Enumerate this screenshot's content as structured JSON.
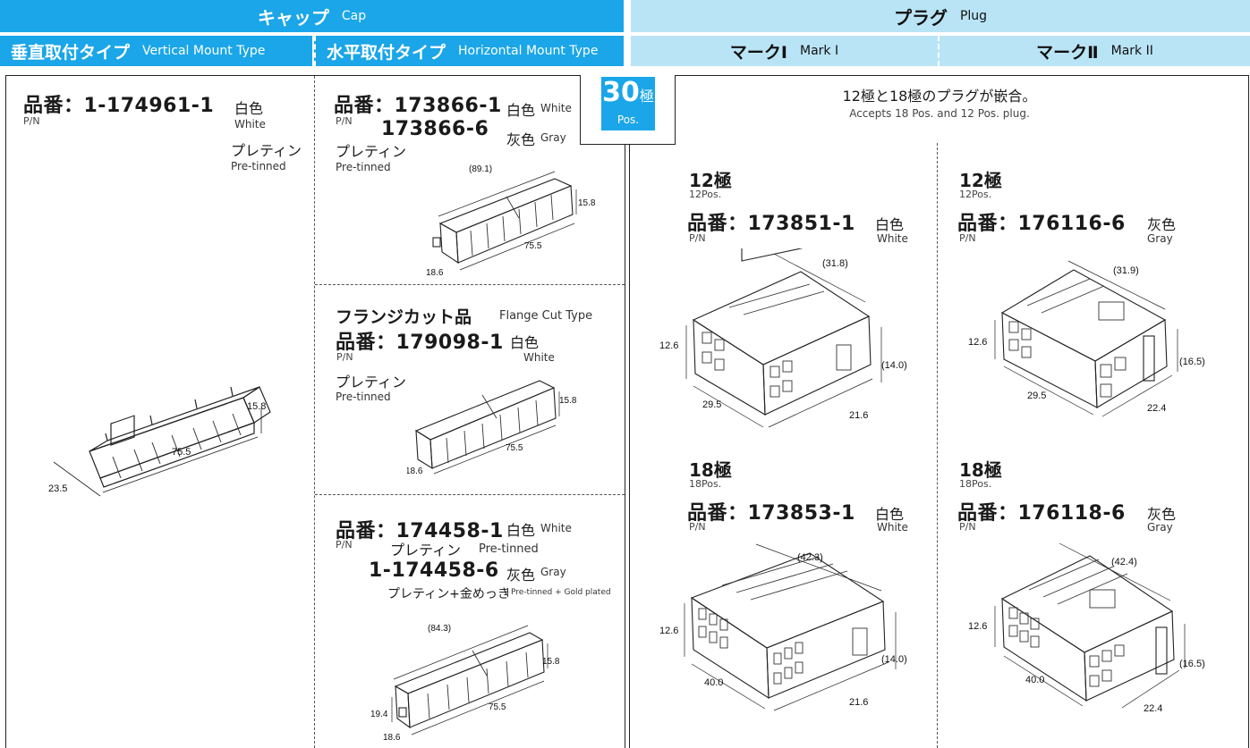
{
  "header": {
    "cap_jp": "キャップ",
    "cap_en": "Cap",
    "vertical_jp": "垂直取付タイプ",
    "vertical_en": "Vertical Mount Type",
    "horizontal_jp": "水平取付タイプ",
    "horizontal_en": "Horizontal Mount Type",
    "plug_jp": "プラグ",
    "plug_en": "Plug",
    "mark1_jp": "マークⅠ",
    "mark1_en": "Mark I",
    "mark2_jp": "マークⅡ",
    "mark2_en": "Mark II"
  },
  "badge": {
    "num": "30",
    "kanji": "極",
    "en": "Pos."
  },
  "vertical": {
    "pn_label": "品番：1-174961-1",
    "pn_en": "P/N",
    "color_jp": "白色",
    "color_en": "White",
    "finish_jp": "プレティン",
    "finish_en": "Pre-tinned",
    "dims": [
      "15.8",
      "75.5",
      "23.5"
    ]
  },
  "horizontal1": {
    "pn_label": "品番：173866-1",
    "pn_en": "P/N",
    "color1": "白色",
    "color1_en": "White",
    "pn2": "173866-6",
    "color2": "灰色",
    "color2_en": "Gray",
    "finish_jp": "プレティン",
    "finish_en": "Pre-tinned",
    "dims": [
      "(89.1)",
      "15.8",
      "75.5",
      "18.6"
    ]
  },
  "horizontal2": {
    "title_jp": "フランジカット品",
    "title_en": "Flange Cut Type",
    "pn_label": "品番：179098-1",
    "pn_en": "P/N",
    "color_jp": "白色",
    "color_en": "White",
    "finish_jp": "プレティン",
    "finish_en": "Pre-tinned",
    "dims": [
      "15.8",
      "75.5",
      "18.6"
    ]
  },
  "horizontal3": {
    "pn_label": "品番：174458-1",
    "pn_en": "P/N",
    "color1": "白色",
    "color1_en": "White",
    "finish1_jp": "プレティン",
    "finish1_en": "Pre-tinned",
    "pn2": "1-174458-6",
    "color2": "灰色",
    "color2_en": "Gray",
    "finish2_jp": "プレティン+金めっき",
    "finish2_en": "Pre-tinned + Gold plated",
    "dims": [
      "(84.3)",
      "15.8",
      "75.5",
      "19.4",
      "18.6"
    ]
  },
  "plug": {
    "intro_jp": "12極と18極のプラグが嵌合。",
    "intro_en": "Accepts 18 Pos. and 12 Pos. plug.",
    "m1_12": {
      "pos_jp": "12極",
      "pos_en": "12Pos.",
      "pn_label": "品番：173851-1",
      "pn_en": "P/N",
      "color_jp": "白色",
      "color_en": "White",
      "dims": [
        "(31.8)",
        "12.6",
        "(14.0)",
        "29.5",
        "21.6"
      ]
    },
    "m2_12": {
      "pos_jp": "12極",
      "pos_en": "12Pos.",
      "pn_label": "品番：176116-6",
      "pn_en": "P/N",
      "color_jp": "灰色",
      "color_en": "Gray",
      "dims": [
        "(31.9)",
        "12.6",
        "(16.5)",
        "29.5",
        "22.4"
      ]
    },
    "m1_18": {
      "pos_jp": "18極",
      "pos_en": "18Pos.",
      "pn_label": "品番：173853-1",
      "pn_en": "P/N",
      "color_jp": "白色",
      "color_en": "White",
      "dims": [
        "(42.3)",
        "12.6",
        "(14.0)",
        "40.0",
        "21.6"
      ]
    },
    "m2_18": {
      "pos_jp": "18極",
      "pos_en": "18Pos.",
      "pn_label": "品番：176118-6",
      "pn_en": "P/N",
      "color_jp": "灰色",
      "color_en": "Gray",
      "dims": [
        "(42.4)",
        "12.6",
        "(16.5)",
        "40.0",
        "22.4"
      ]
    }
  }
}
